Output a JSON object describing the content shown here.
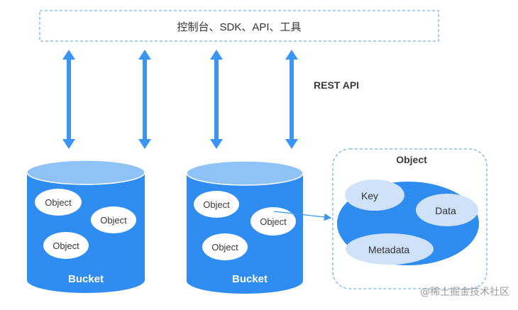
{
  "top_box": {
    "label": "控制台、SDK、API、工具"
  },
  "rest_api_label": "REST API",
  "buckets": [
    {
      "label": "Bucket",
      "objects": [
        "Object",
        "Object",
        "Object"
      ]
    },
    {
      "label": "Bucket",
      "objects": [
        "Object",
        "Object",
        "Object"
      ]
    }
  ],
  "object_detail": {
    "title": "Object",
    "parts": [
      "Key",
      "Data",
      "Metadata"
    ]
  },
  "watermark": "@稀土掘金技术社区",
  "colors": {
    "primary_blue": "#2f8cf0",
    "cylinder_top": "#8fc3f7",
    "light_ellipse": "#cfe2f8",
    "dashed_border": "#6fb4e8",
    "arrow_blue": "#3a96f2"
  }
}
